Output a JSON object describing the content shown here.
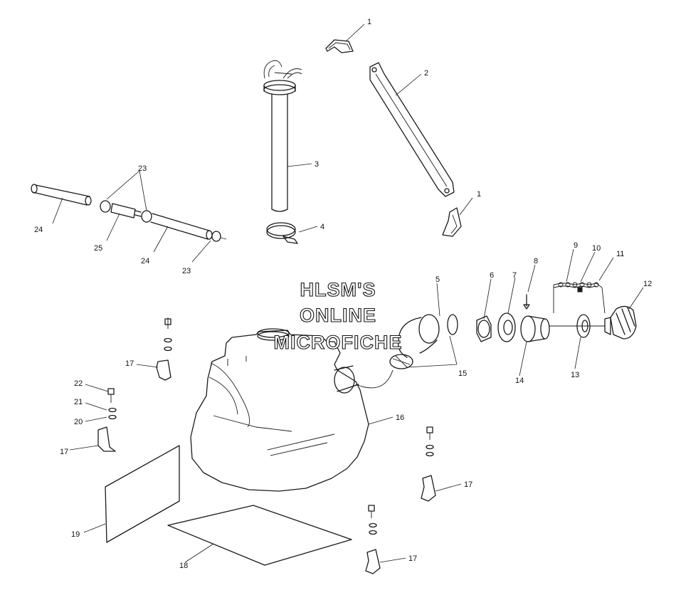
{
  "watermark": {
    "line1": "HLSM'S",
    "line2": "ONLINE",
    "line3": "MICROFICHE"
  },
  "callouts": {
    "c1a": "1",
    "c1b": "1",
    "c2": "2",
    "c3": "3",
    "c4": "4",
    "c5": "5",
    "c6": "6",
    "c7": "7",
    "c8": "8",
    "c9": "9",
    "c10": "10",
    "c11": "11",
    "c12": "12",
    "c13": "13",
    "c14": "14",
    "c15": "15",
    "c16": "16",
    "c17a": "17",
    "c17b": "17",
    "c17c": "17",
    "c17d": "17",
    "c18": "18",
    "c19": "19",
    "c20": "20",
    "c21": "21",
    "c22": "22",
    "c23a": "23",
    "c23b": "23",
    "c24a": "24",
    "c24b": "24",
    "c25": "25"
  }
}
